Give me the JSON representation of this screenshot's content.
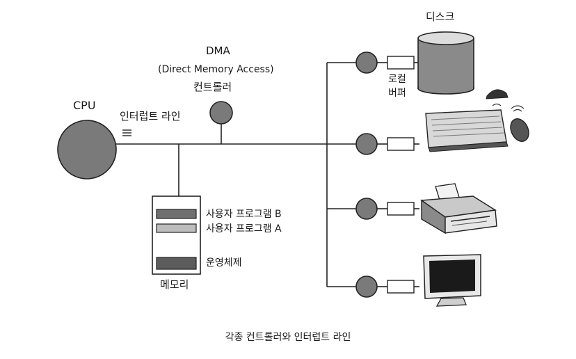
{
  "diagram": {
    "cpu": {
      "label": "CPU"
    },
    "interrupt_line": {
      "label": "인터럽트 라인"
    },
    "dma": {
      "line1": "DMA",
      "line2": "(Direct Memory Access)",
      "line3": "컨트롤러"
    },
    "memory": {
      "label": "메모리",
      "segments": [
        "사용자 프로그램 B",
        "사용자 프로그램 A",
        "운영체제"
      ]
    },
    "devices": {
      "disk_label": "디스크",
      "local_buffer_line1": "로컬",
      "local_buffer_line2": "버퍼",
      "icons": [
        "disk-icon",
        "keyboard-mouse-icon",
        "printer-icon",
        "monitor-icon"
      ]
    },
    "caption": "각종 컨트롤러와 인터럽트 라인"
  },
  "colors": {
    "controller_fill": "#7a7a7a",
    "line": "#222222",
    "background": "#ffffff"
  }
}
